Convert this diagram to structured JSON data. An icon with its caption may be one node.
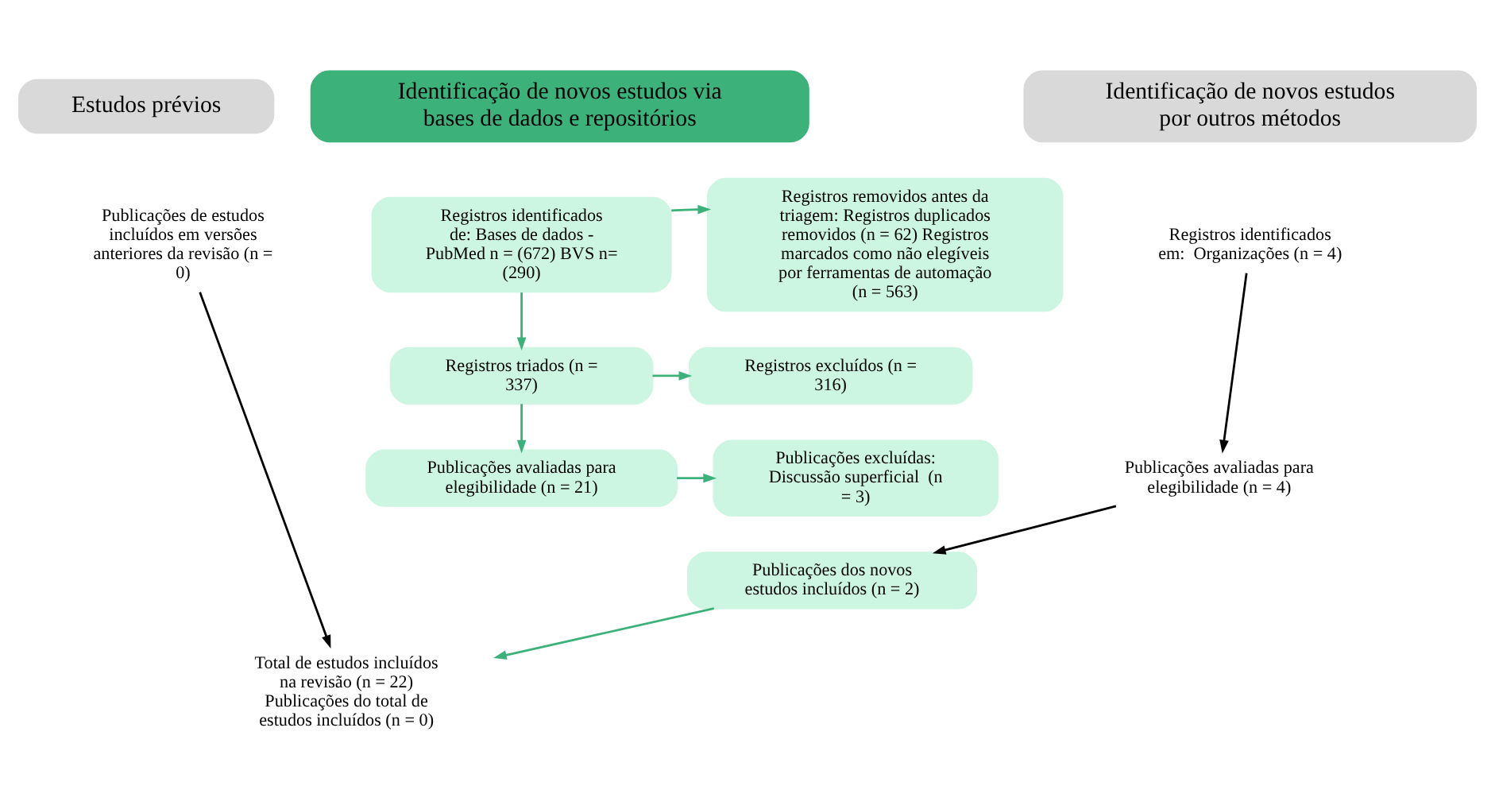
{
  "diagram": {
    "nodes": [
      {
        "text": [
          "Estudos prévios"
        ]
      },
      {
        "text": [
          "Identificação de novos estudos via bases de dados e repositórios"
        ]
      },
      {
        "text": [
          "Identificação de novos estudos por outros métodos"
        ]
      },
      {
        "text": [
          "Publicações de estudos incluídos em versões anteriores da revisão (n = 0)"
        ]
      },
      {
        "text": [
          "Registros identificados de: Bases de dados - PubMed n = (672) BVS n= (290)"
        ]
      },
      {
        "text": [
          "Registros removidos antes da triagem: Registros duplicados removidos (n = 62) Registros marcados como não elegíveis por ferramentas de automação (n = 563)"
        ]
      },
      {
        "text": [
          "Registros triados (n = 337)"
        ]
      },
      {
        "text": [
          "Registros excluídos (n = 316)"
        ]
      },
      {
        "text": [
          "Publicações avaliadas para elegibilidade (n = 21)"
        ]
      },
      {
        "text": [
          "Publicações excluídas:",
          "Discussão superficial  (n = 3)"
        ]
      },
      {
        "text": [
          "Registros identificados em:  Organizações (n = 4)"
        ]
      },
      {
        "text": [
          "Publicações avaliadas para elegibilidade (n = 4)"
        ]
      },
      {
        "text": [
          "Publicações dos novos estudos incluídos (n = 2)"
        ]
      },
      {
        "text": [
          "Total de estudos incluídos na revisão (n = 22) Publicações do total de estudos incluídos (n = 0)"
        ]
      }
    ],
    "edges": [
      {
        "from": 4,
        "to": 5,
        "arrow": "to"
      },
      {
        "from": 4,
        "to": 6,
        "arrow": "to"
      },
      {
        "from": 6,
        "to": 7,
        "arrow": "to"
      },
      {
        "from": 6,
        "to": 8,
        "arrow": "to"
      },
      {
        "from": 8,
        "to": 9,
        "arrow": "to"
      },
      {
        "from": 10,
        "to": 11,
        "arrow": "to",
        "color": "#000000"
      },
      {
        "from": 11,
        "to": 12,
        "arrow": "to",
        "color": "#000000"
      },
      {
        "from": 12,
        "to": 13,
        "arrow": "to"
      },
      {
        "from": 3,
        "to": 13,
        "arrow": "to",
        "color": "#000000"
      }
    ]
  }
}
